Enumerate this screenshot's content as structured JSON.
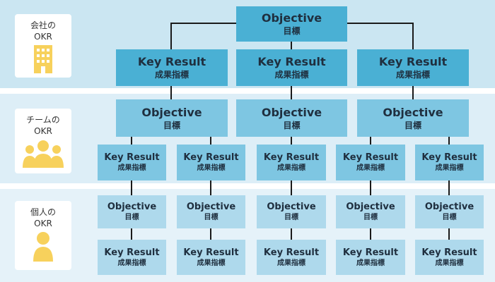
{
  "colors": {
    "company_box": "#4ab0d4",
    "team_box": "#7ec6e2",
    "individual_box": "#aed9ec",
    "line": "#1a1a1a",
    "icon": "#f7d15c"
  },
  "levels": [
    {
      "lines": [
        "会社の",
        "OKR"
      ],
      "icon": "building-icon"
    },
    {
      "lines": [
        "チームの",
        "OKR"
      ],
      "icon": "group-people-icon"
    },
    {
      "lines": [
        "個人の",
        "OKR"
      ],
      "icon": "person-icon"
    }
  ],
  "labels": {
    "objective": "Objective",
    "objective_sub": "目標",
    "key_result": "Key Result",
    "key_result_sub": "成果指標"
  }
}
